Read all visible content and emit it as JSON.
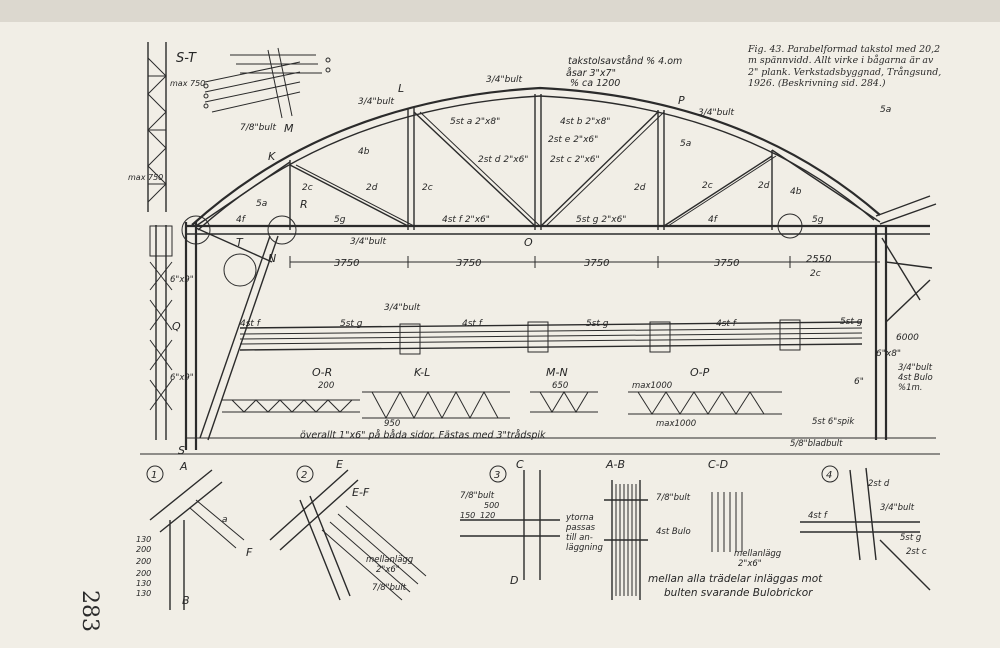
{
  "caption": {
    "fig_label": "Fig. 43.",
    "text": "Parabelformad takstol med 20,2 m spännvidd. Allt virke i bågarna är av 2\" plank. Verkstadsbyggnad, Trångsund, 1926. (Beskrivning sid. 284.)"
  },
  "page_number": "283",
  "truss_labels": {
    "spacing_line1": "takstolsavstånd % 4.om",
    "spacing_line2": "åsar 3\"x7\"",
    "spacing_line3": "% ca 1200",
    "bolt_3_4_a": "3/4\"bult",
    "bolt_3_4_b": "3/4\"bult",
    "bolt_3_4_c": "3/4\"bult",
    "bolt_3_4_d": "3/4\"bult",
    "bolt_7_8": "7/8\"bult",
    "member_5sta": "5st a 2\"x8\"",
    "member_4stb": "4st b 2\"x8\"",
    "member_2ste": "2st e 2\"x6\"",
    "member_2std": "2st d 2\"x6\"",
    "member_2stc": "2st c 2\"x6\"",
    "member_4stf": "4st f 2\"x6\"",
    "member_5stg": "5st g 2\"x6\"",
    "lbl_5a": "5a",
    "lbl_4b": "4b",
    "lbl_2c_a": "2c",
    "lbl_2d_a": "2d",
    "lbl_2c_b": "2c",
    "lbl_2d_b": "2d",
    "lbl_2c_c": "2c",
    "lbl_2d_c": "2d",
    "lbl_4b_b": "4b",
    "lbl_5a_b": "5a",
    "lbl_4f_a": "4f",
    "lbl_5g_a": "5g",
    "lbl_4f_b": "4f",
    "lbl_5g_b": "5g",
    "lbl_2c_d": "2c",
    "lbl_5a_c": "5a"
  },
  "section_marks": {
    "L": "L",
    "M": "M",
    "K": "K",
    "P": "P",
    "O": "O",
    "R": "R",
    "T": "T",
    "N": "N",
    "Q": "Q",
    "S": "S"
  },
  "dimensions": {
    "d1": "3750",
    "d2": "3750",
    "d3": "3750",
    "d4": "3750",
    "d5": "2550",
    "height": "6000",
    "post": "6\"x8\"",
    "post2": "6\"x9\"",
    "post3": "6\"x9\"",
    "col6": "6\"",
    "max750a": "max 750",
    "max750b": "max 750"
  },
  "side_labels": {
    "st_title": "S-T",
    "bolt_right": "3/4\"bult",
    "bolt_right2": "4st Bulo",
    "bolt_right3": "%1m.",
    "spik": "5st 6\"spik",
    "bladbult": "5/8\"bladbult"
  },
  "chord": {
    "lbl_4stf_a": "4st f",
    "lbl_5stg_a": "5st g",
    "lbl_4stf_b": "4st f",
    "lbl_5stg_b": "5st g",
    "lbl_4stf_c": "4st f",
    "lbl_5stg_c": "5st g",
    "bolt": "3/4\"bult"
  },
  "section_views": {
    "or": "O-R",
    "kl": "K-L",
    "mn": "M-N",
    "op": "O-P",
    "w200": "200",
    "w950": "950",
    "w650": "650",
    "max1000a": "max1000",
    "max1000b": "max1000",
    "note": "överallt 1\"x6\" på båda sidor, Fästas med 3\"trådspik"
  },
  "details": {
    "n1": "1",
    "n2": "2",
    "n3": "3",
    "n4": "4",
    "A": "A",
    "B": "B",
    "C": "C",
    "D": "D",
    "E": "E",
    "F": "F",
    "ab": "A-B",
    "cd": "C-D",
    "ef": "E-F",
    "a": "a",
    "dims": [
      "130",
      "200",
      "200",
      "200",
      "130",
      "130"
    ],
    "bolt78a": "7/8\"bult",
    "bolt78b": "7/8\"bult",
    "bolt78c": "7/8\"bult",
    "bulo": "4st Bulo",
    "d500": "500",
    "d150": "150",
    "d120": "120",
    "ytorna1": "ytorna",
    "ytorna2": "passas",
    "ytorna3": "till an-",
    "ytorna4": "läggning",
    "mellan1": "mellanlägg",
    "mellan1b": "2\"x6\"",
    "mellan2": "mellanlägg",
    "mellan2b": "2\"x6\"",
    "d4_2std": "2st d",
    "d4_bolt": "3/4\"bult",
    "d4_4stf": "4st f",
    "d4_5stg": "5st g",
    "d4_2stc": "2st c",
    "note1": "mellan alla trädelar inläggas mot",
    "note2": "bulten svarande Bulobrickor"
  },
  "colors": {
    "ink": "#2b2b2b",
    "paper": "#f1eee6"
  }
}
